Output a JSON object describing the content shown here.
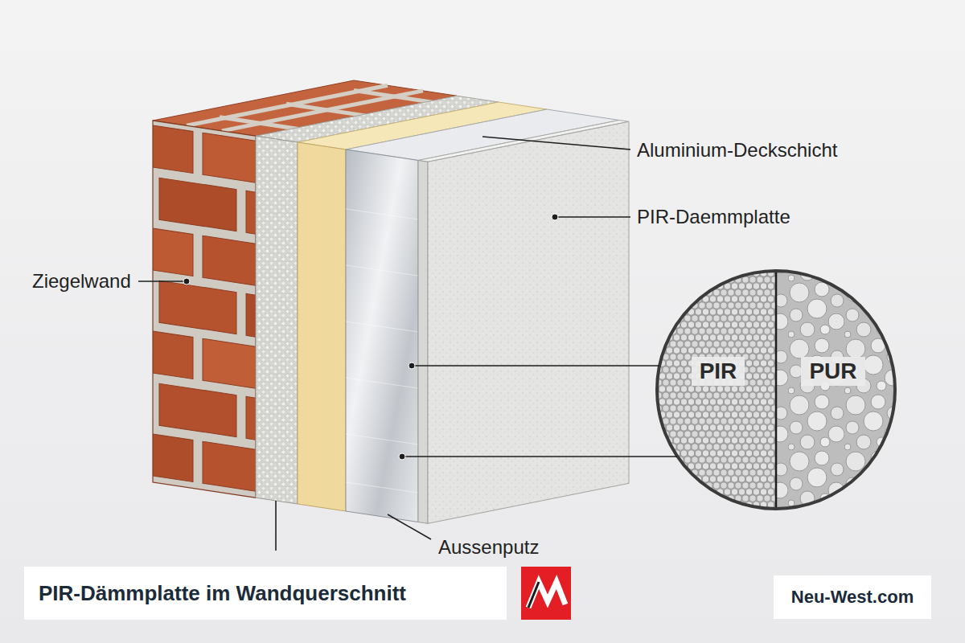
{
  "diagram": {
    "title": "PIR-Dämmplatte im Wandquerschnitt",
    "labels": [
      "Aluminium-Deckschicht",
      "PIR-Daemmplatte",
      "Ziegelwand",
      "PIR",
      "PUR",
      "Aussenputz",
      "Neu-West.com"
    ]
  }
}
